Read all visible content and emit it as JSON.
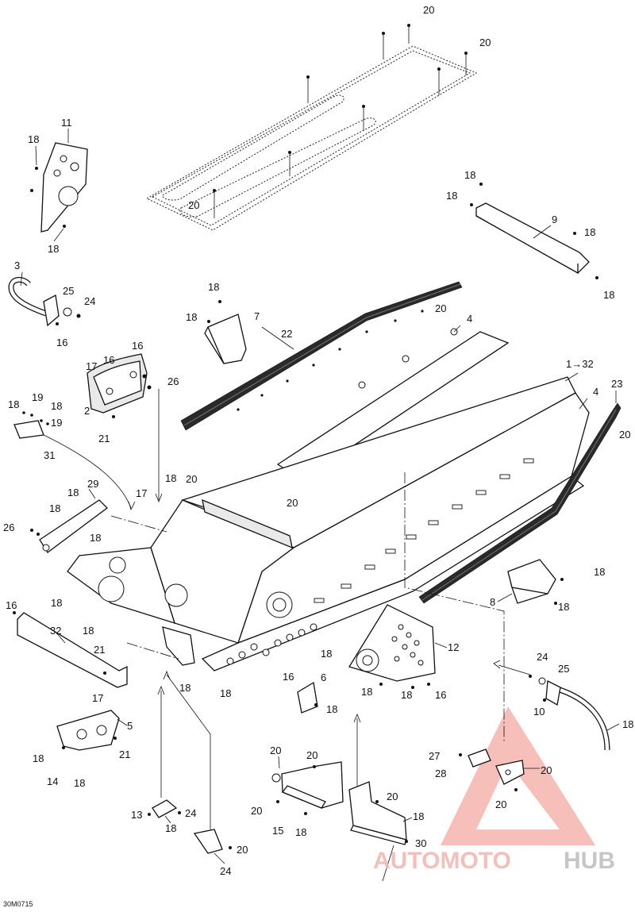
{
  "drawing_code": "30M0715",
  "watermark": {
    "brand_part1": "AUTOMOTO",
    "brand_part2": "HUB",
    "colors": {
      "triangle": "#f08a80",
      "text_primary": "#f2b5b0",
      "text_secondary": "#bdbdbd"
    }
  },
  "callouts": [
    {
      "id": "c-20-a",
      "label": "20"
    },
    {
      "id": "c-20-b",
      "label": "20"
    },
    {
      "id": "c-11",
      "label": "11"
    },
    {
      "id": "c-18-a",
      "label": "18"
    },
    {
      "id": "c-18-b",
      "label": "18"
    },
    {
      "id": "c-20-c",
      "label": "20"
    },
    {
      "id": "c-18-c",
      "label": "18"
    },
    {
      "id": "c-18-d",
      "label": "18"
    },
    {
      "id": "c-9",
      "label": "9"
    },
    {
      "id": "c-18-e",
      "label": "18"
    },
    {
      "id": "c-18-f",
      "label": "18"
    },
    {
      "id": "c-3",
      "label": "3"
    },
    {
      "id": "c-25-a",
      "label": "25"
    },
    {
      "id": "c-24-a",
      "label": "24"
    },
    {
      "id": "c-16-a",
      "label": "16"
    },
    {
      "id": "c-18-g",
      "label": "18"
    },
    {
      "id": "c-18-h",
      "label": "18"
    },
    {
      "id": "c-7",
      "label": "7"
    },
    {
      "id": "c-20-d",
      "label": "20"
    },
    {
      "id": "c-22",
      "label": "22"
    },
    {
      "id": "c-4-a",
      "label": "4"
    },
    {
      "id": "c-16-b",
      "label": "16"
    },
    {
      "id": "c-17-a",
      "label": "17"
    },
    {
      "id": "c-16-c",
      "label": "16"
    },
    {
      "id": "c-26-a",
      "label": "26"
    },
    {
      "id": "c-1-32",
      "label": "1→32"
    },
    {
      "id": "c-4-b",
      "label": "4"
    },
    {
      "id": "c-23",
      "label": "23"
    },
    {
      "id": "c-2",
      "label": "2"
    },
    {
      "id": "c-21-a",
      "label": "21"
    },
    {
      "id": "c-18-i",
      "label": "18"
    },
    {
      "id": "c-19-a",
      "label": "19"
    },
    {
      "id": "c-18-j",
      "label": "18"
    },
    {
      "id": "c-19-b",
      "label": "19"
    },
    {
      "id": "c-20-e",
      "label": "20"
    },
    {
      "id": "c-31",
      "label": "31"
    },
    {
      "id": "c-18-k",
      "label": "18"
    },
    {
      "id": "c-20-f",
      "label": "20"
    },
    {
      "id": "c-20-g",
      "label": "20"
    },
    {
      "id": "c-18-l",
      "label": "18"
    },
    {
      "id": "c-29",
      "label": "29"
    },
    {
      "id": "c-17-b",
      "label": "17"
    },
    {
      "id": "c-18-m",
      "label": "18"
    },
    {
      "id": "c-26-b",
      "label": "26"
    },
    {
      "id": "c-18-n",
      "label": "18"
    },
    {
      "id": "c-18-o",
      "label": "18"
    },
    {
      "id": "c-8",
      "label": "8"
    },
    {
      "id": "c-18-p",
      "label": "18"
    },
    {
      "id": "c-16-d",
      "label": "16"
    },
    {
      "id": "c-18-q",
      "label": "18"
    },
    {
      "id": "c-32",
      "label": "32"
    },
    {
      "id": "c-18-r",
      "label": "18"
    },
    {
      "id": "c-21-b",
      "label": "21"
    },
    {
      "id": "c-18-s",
      "label": "18"
    },
    {
      "id": "c-12",
      "label": "12"
    },
    {
      "id": "c-16-e",
      "label": "16"
    },
    {
      "id": "c-24-b",
      "label": "24"
    },
    {
      "id": "c-25-b",
      "label": "25"
    },
    {
      "id": "c-17-c",
      "label": "17"
    },
    {
      "id": "c-18-t",
      "label": "18"
    },
    {
      "id": "c-18-u",
      "label": "18"
    },
    {
      "id": "c-6",
      "label": "6"
    },
    {
      "id": "c-18-v",
      "label": "18"
    },
    {
      "id": "c-18-w",
      "label": "18"
    },
    {
      "id": "c-18-x",
      "label": "18"
    },
    {
      "id": "c-16-f",
      "label": "16"
    },
    {
      "id": "c-10",
      "label": "10"
    },
    {
      "id": "c-5",
      "label": "5"
    },
    {
      "id": "c-18-y",
      "label": "18"
    },
    {
      "id": "c-18-z",
      "label": "18"
    },
    {
      "id": "c-21-c",
      "label": "21"
    },
    {
      "id": "c-18-aa",
      "label": "18"
    },
    {
      "id": "c-14",
      "label": "14"
    },
    {
      "id": "c-20-h",
      "label": "20"
    },
    {
      "id": "c-20-i",
      "label": "20"
    },
    {
      "id": "c-27",
      "label": "27"
    },
    {
      "id": "c-28",
      "label": "28"
    },
    {
      "id": "c-20-j",
      "label": "20"
    },
    {
      "id": "c-20-k",
      "label": "20"
    },
    {
      "id": "c-20-l",
      "label": "20"
    },
    {
      "id": "c-13",
      "label": "13"
    },
    {
      "id": "c-24-c",
      "label": "24"
    },
    {
      "id": "c-18-ab",
      "label": "18"
    },
    {
      "id": "c-20-m",
      "label": "20"
    },
    {
      "id": "c-15",
      "label": "15"
    },
    {
      "id": "c-18-ac",
      "label": "18"
    },
    {
      "id": "c-18-ad",
      "label": "18"
    },
    {
      "id": "c-30",
      "label": "30"
    },
    {
      "id": "c-20-n",
      "label": "20"
    },
    {
      "id": "c-24-d",
      "label": "24"
    }
  ]
}
